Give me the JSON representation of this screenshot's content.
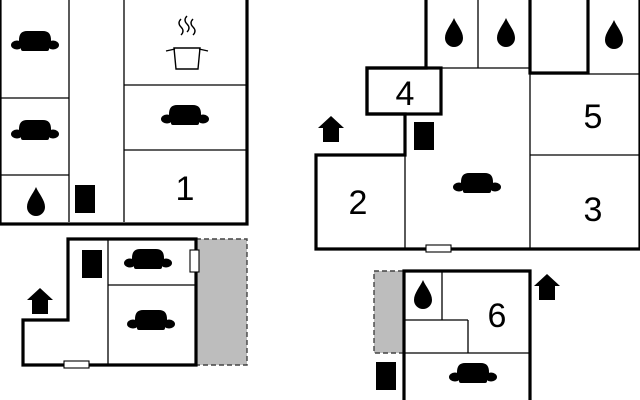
{
  "diagram": {
    "room_numbers": [
      "1",
      "2",
      "3",
      "4",
      "5",
      "6"
    ]
  },
  "colors": {
    "wall": "#000000",
    "water_drop": "#a8e0ea",
    "exterior_area": "#bdbdbd",
    "background": "#ffffff"
  },
  "icons": [
    "sofa-icon",
    "water-drop-icon",
    "stairs-icon",
    "entrance-icon",
    "cooking-pot-icon",
    "window-icon"
  ]
}
